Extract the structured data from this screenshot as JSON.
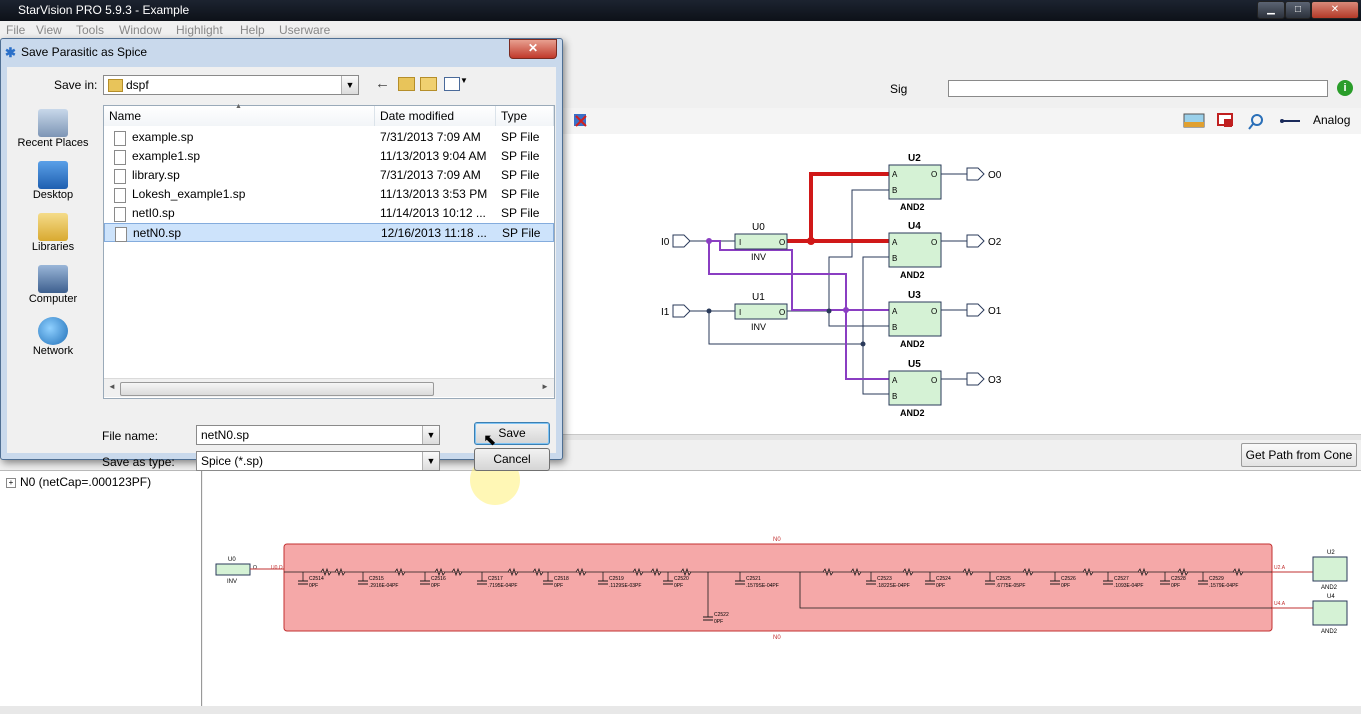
{
  "window": {
    "title": "StarVision PRO 5.9.3 - Example",
    "minimize": "▁",
    "maximize": "□",
    "close": "✕"
  },
  "menu": [
    "File",
    "View",
    "Tools",
    "Window",
    "Highlight",
    "Help",
    "Userware"
  ],
  "sig": {
    "label": "Sig",
    "value": "",
    "info": "i"
  },
  "schematic_toolbar": {
    "analog_label": "Analog"
  },
  "schematic": {
    "inputs": [
      "I0",
      "I1"
    ],
    "outputs": [
      "O0",
      "O2",
      "O1",
      "O3"
    ],
    "gates": [
      {
        "name": "U0",
        "type": "INV",
        "pin_in": "I",
        "pin_out": "O"
      },
      {
        "name": "U1",
        "type": "INV",
        "pin_in": "I",
        "pin_out": "O"
      },
      {
        "name": "U2",
        "type": "AND2",
        "pin_a": "A",
        "pin_b": "B",
        "pin_out": "O"
      },
      {
        "name": "U4",
        "type": "AND2",
        "pin_a": "A",
        "pin_b": "B",
        "pin_out": "O"
      },
      {
        "name": "U3",
        "type": "AND2",
        "pin_a": "A",
        "pin_b": "B",
        "pin_out": "O"
      },
      {
        "name": "U5",
        "type": "AND2",
        "pin_a": "A",
        "pin_b": "B",
        "pin_out": "O"
      }
    ],
    "colors": {
      "highlight_net": "#d01818",
      "selected_net": "#8a3ec2",
      "gate_fill": "#d5f2d5",
      "wire": "#2a3a5a"
    }
  },
  "lower": {
    "get_path_button": "Get Path from Cone",
    "tree_node": "N0 (netCap=.000123PF)"
  },
  "netlist": {
    "net_name": "N0",
    "left_cell": {
      "name": "U0",
      "type": "INV",
      "pin": "O",
      "port": "U0.O"
    },
    "right_cells": [
      {
        "name": "U2",
        "type": "AND2",
        "port": "U2.A"
      },
      {
        "name": "U4",
        "type": "AND2",
        "port": "U4.A"
      }
    ],
    "capacitors": [
      {
        "name": "C2514",
        "value": "0PF"
      },
      {
        "name": "C2515",
        "value": ".2916E-04PF"
      },
      {
        "name": "C2516",
        "value": "0PF"
      },
      {
        "name": "C2517",
        "value": ".7195E-04PF"
      },
      {
        "name": "C2518",
        "value": "0PF"
      },
      {
        "name": "C2519",
        "value": ".1129SE-03PF"
      },
      {
        "name": "C2520",
        "value": "0PF"
      },
      {
        "name": "C2522",
        "value": "0PF"
      },
      {
        "name": "C2521",
        "value": ".1579SE-04PF"
      },
      {
        "name": "C2523",
        "value": ".1822SE-04PF"
      },
      {
        "name": "C2524",
        "value": "0PF"
      },
      {
        "name": "C2525",
        "value": ".6775E-05PF"
      },
      {
        "name": "C2526",
        "value": "0PF"
      },
      {
        "name": "C2527",
        "value": ".1093E-04PF"
      },
      {
        "name": "C2528",
        "value": "0PF"
      },
      {
        "name": "C2529",
        "value": ".1579E-04PF"
      }
    ],
    "colors": {
      "net_fill": "#f5a8a8",
      "net_border": "#c23030"
    }
  },
  "dialog": {
    "title": "Save Parasitic as Spice",
    "close": "✕",
    "save_in_label": "Save in:",
    "save_in_value": "dspf",
    "places": [
      "Recent Places",
      "Desktop",
      "Libraries",
      "Computer",
      "Network"
    ],
    "columns": [
      "Name",
      "Date modified",
      "Type"
    ],
    "files": [
      {
        "name": "example.sp",
        "date": "7/31/2013 7:09 AM",
        "type": "SP File"
      },
      {
        "name": "example1.sp",
        "date": "11/13/2013 9:04 AM",
        "type": "SP File"
      },
      {
        "name": "library.sp",
        "date": "7/31/2013 7:09 AM",
        "type": "SP File"
      },
      {
        "name": "Lokesh_example1.sp",
        "date": "11/13/2013 3:53 PM",
        "type": "SP File"
      },
      {
        "name": "netI0.sp",
        "date": "11/14/2013 10:12 ...",
        "type": "SP File"
      },
      {
        "name": "netN0.sp",
        "date": "12/16/2013 11:18 ...",
        "type": "SP File"
      }
    ],
    "selected_file_index": 5,
    "file_name_label": "File name:",
    "file_name_value": "netN0.sp",
    "save_type_label": "Save as type:",
    "save_type_value": "Spice (*.sp)",
    "save_button": "Save",
    "cancel_button": "Cancel"
  }
}
